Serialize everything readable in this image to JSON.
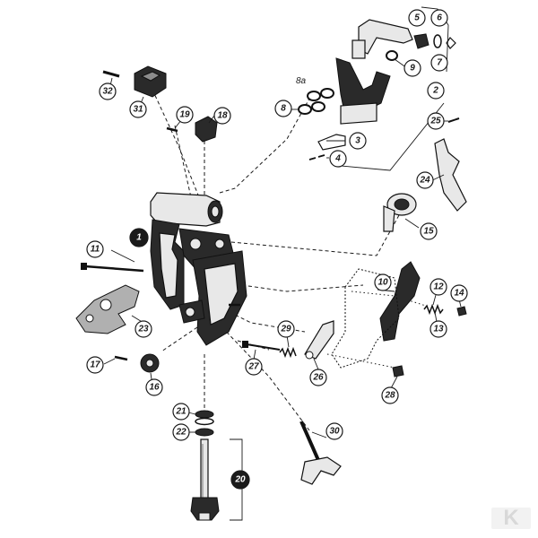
{
  "diagram": {
    "callouts": [
      {
        "id": "c1",
        "label": "1",
        "filled": true
      },
      {
        "id": "c2",
        "label": "2"
      },
      {
        "id": "c3",
        "label": "3"
      },
      {
        "id": "c4",
        "label": "4"
      },
      {
        "id": "c5",
        "label": "5"
      },
      {
        "id": "c6",
        "label": "6"
      },
      {
        "id": "c7",
        "label": "7"
      },
      {
        "id": "c8",
        "label": "8"
      },
      {
        "id": "c9",
        "label": "9"
      },
      {
        "id": "c10",
        "label": "10"
      },
      {
        "id": "c11",
        "label": "11"
      },
      {
        "id": "c12",
        "label": "12"
      },
      {
        "id": "c13",
        "label": "13"
      },
      {
        "id": "c14",
        "label": "14"
      },
      {
        "id": "c15",
        "label": "15"
      },
      {
        "id": "c16",
        "label": "16"
      },
      {
        "id": "c17",
        "label": "17"
      },
      {
        "id": "c18",
        "label": "18"
      },
      {
        "id": "c19",
        "label": "19"
      },
      {
        "id": "c20",
        "label": "20",
        "filled": true
      },
      {
        "id": "c21",
        "label": "21"
      },
      {
        "id": "c22",
        "label": "22"
      },
      {
        "id": "c23",
        "label": "23"
      },
      {
        "id": "c24",
        "label": "24"
      },
      {
        "id": "c25",
        "label": "25"
      },
      {
        "id": "c26",
        "label": "26"
      },
      {
        "id": "c27",
        "label": "27"
      },
      {
        "id": "c28",
        "label": "28"
      },
      {
        "id": "c29",
        "label": "29"
      },
      {
        "id": "c30",
        "label": "30"
      },
      {
        "id": "c31",
        "label": "31"
      },
      {
        "id": "c32",
        "label": "32"
      }
    ],
    "extra_label": "8a"
  },
  "watermark": {
    "text": "K",
    "color": "#d8d8d8"
  }
}
